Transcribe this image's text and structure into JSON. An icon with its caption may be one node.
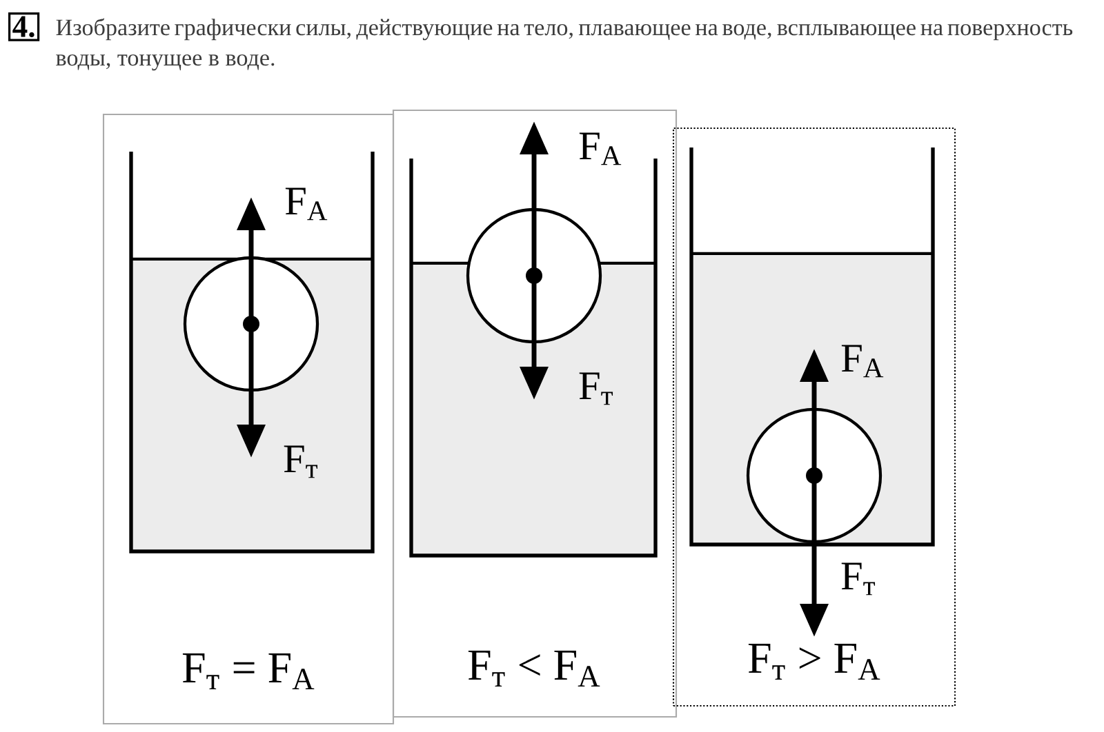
{
  "diagram": {
    "title": "Изобразите графически силы, действующие на тело, плавающее на воде, всплывающее на поверхность воды, тонущее в воде.",
    "nodes": [
      {
        "text": [
          "F$_{А}$",
          "F$_{т}$",
          "F$_{т}$ = F$_{А}$"
        ]
      },
      {
        "text": [
          "F$_{А}$",
          "F$_{т}$",
          "F$_{т}$ < F$_{А}$"
        ]
      },
      {
        "text": [
          "F$_{А}$",
          "F$_{т}$",
          "F$_{т}$ > F$_{А}$"
        ]
      }
    ],
    "labels": [
      "4."
    ]
  }
}
